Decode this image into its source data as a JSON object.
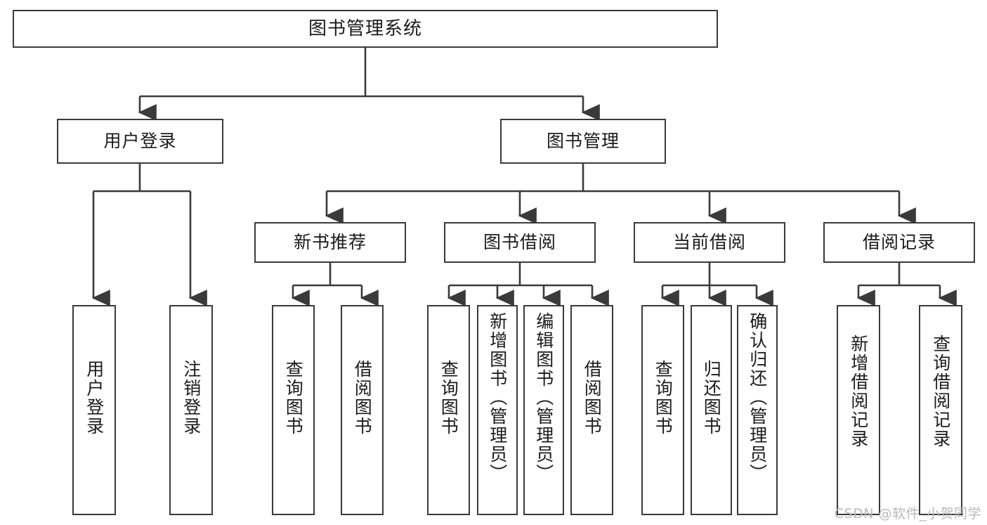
{
  "diagram": {
    "title": "图书管理系统",
    "type": "tree-hierarchy-chart",
    "root": {
      "label": "图书管理系统"
    },
    "level2": [
      {
        "id": "user-login",
        "label": "用户登录"
      },
      {
        "id": "book-management",
        "label": "图书管理"
      }
    ],
    "level3": [
      {
        "id": "new-book-recommend",
        "label": "新书推荐"
      },
      {
        "id": "book-borrow",
        "label": "图书借阅"
      },
      {
        "id": "current-borrow",
        "label": "当前借阅"
      },
      {
        "id": "borrow-record",
        "label": "借阅记录"
      }
    ],
    "leaves": {
      "user_login": [
        {
          "id": "leaf-user-login",
          "label": "用户登录"
        },
        {
          "id": "leaf-user-logout",
          "label": "注销登录"
        }
      ],
      "new_book_recommend": [
        {
          "id": "leaf-query-book-1",
          "label": "查询图书"
        },
        {
          "id": "leaf-borrow-book-1",
          "label": "借阅图书"
        }
      ],
      "book_borrow": [
        {
          "id": "leaf-query-book-2",
          "label": "查询图书"
        },
        {
          "id": "leaf-add-book",
          "label": "新增图书（管理员）"
        },
        {
          "id": "leaf-edit-book",
          "label": "编辑图书（管理员）"
        },
        {
          "id": "leaf-borrow-book-2",
          "label": "借阅图书"
        }
      ],
      "current_borrow": [
        {
          "id": "leaf-query-book-3",
          "label": "查询图书"
        },
        {
          "id": "leaf-return-book",
          "label": "归还图书"
        },
        {
          "id": "leaf-confirm-return",
          "label": "确认归还（管理员）"
        }
      ],
      "borrow_record": [
        {
          "id": "leaf-add-record",
          "label": "新增借阅记录"
        },
        {
          "id": "leaf-query-record",
          "label": "查询借阅记录"
        }
      ]
    }
  },
  "watermark": {
    "text": "CSDN @软件_小贺同学"
  },
  "colors": {
    "stroke": "#3a3a3a",
    "fill": "#ffffff",
    "text": "#1b1b1b",
    "watermark": "#b9b9b9"
  }
}
